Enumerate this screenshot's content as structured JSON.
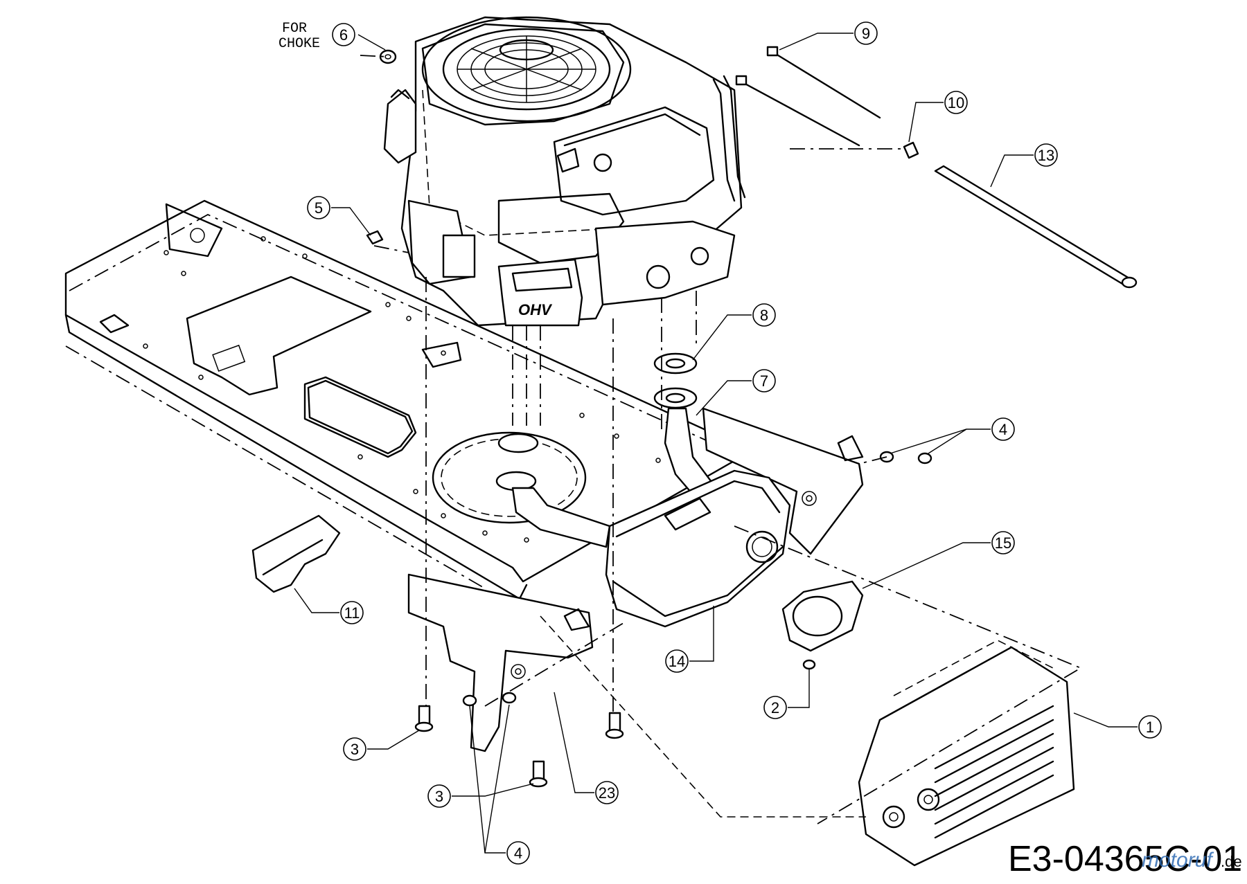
{
  "diagram": {
    "note_line1": "FOR",
    "note_line2": "CHOKE",
    "drawing_code": "E3-04365C-01",
    "watermark": "motoruf",
    "watermark_suffix": ".de",
    "callouts": {
      "c1": "1",
      "c2": "2",
      "c3a": "3",
      "c3b": "3",
      "c4a": "4",
      "c4b": "4",
      "c5": "5",
      "c6": "6",
      "c7": "7",
      "c8": "8",
      "c9": "9",
      "c10": "10",
      "c11": "11",
      "c13": "13",
      "c14": "14",
      "c15": "15",
      "c23": "23"
    },
    "engine_badge": "OHV"
  },
  "colors": {
    "line": "#000000",
    "background": "#ffffff",
    "watermark_a": "#2e6bb3",
    "watermark_b": "#d9342b"
  }
}
